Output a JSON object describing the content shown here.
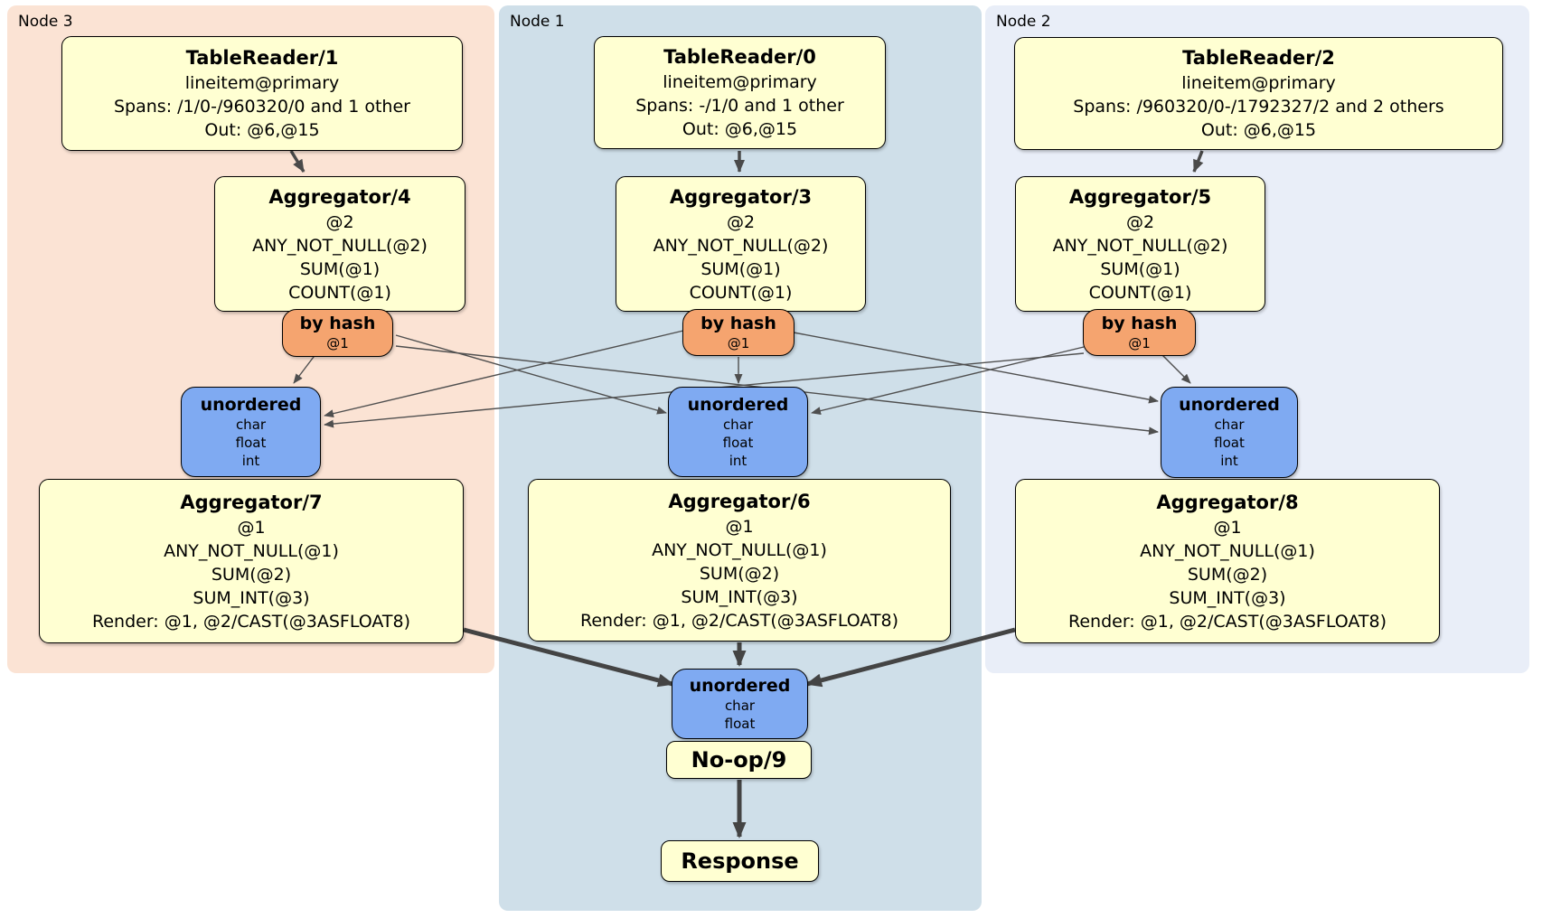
{
  "colors": {
    "node3_bg": "#fbe3d4",
    "node1_bg": "#cfdfe9",
    "node2_bg": "#e9eef8",
    "processor_fill": "#ffffd2",
    "router_fill": "#f5a46f",
    "sync_fill": "#7faaf2",
    "edge": "#4a4a4a"
  },
  "node3": {
    "label": "Node 3",
    "tr": {
      "title": "TableReader/1",
      "lines": [
        "lineitem@primary",
        "Spans: /1/0-/960320/0 and 1 other",
        "Out: @6,@15"
      ]
    },
    "agg_top": {
      "title": "Aggregator/4",
      "lines": [
        "@2",
        "ANY_NOT_NULL(@2)",
        "SUM(@1)",
        "COUNT(@1)"
      ]
    },
    "router": {
      "title": "by hash",
      "sub": "@1"
    },
    "sync": {
      "title": "unordered",
      "lines": [
        "char",
        "float",
        "int"
      ]
    },
    "agg_bottom": {
      "title": "Aggregator/7",
      "lines": [
        "@1",
        "ANY_NOT_NULL(@1)",
        "SUM(@2)",
        "SUM_INT(@3)",
        "Render: @1, @2/CAST(@3ASFLOAT8)"
      ]
    }
  },
  "node1": {
    "label": "Node 1",
    "tr": {
      "title": "TableReader/0",
      "lines": [
        "lineitem@primary",
        "Spans: -/1/0 and 1 other",
        "Out: @6,@15"
      ]
    },
    "agg_top": {
      "title": "Aggregator/3",
      "lines": [
        "@2",
        "ANY_NOT_NULL(@2)",
        "SUM(@1)",
        "COUNT(@1)"
      ]
    },
    "router": {
      "title": "by hash",
      "sub": "@1"
    },
    "sync": {
      "title": "unordered",
      "lines": [
        "char",
        "float",
        "int"
      ]
    },
    "agg_bottom": {
      "title": "Aggregator/6",
      "lines": [
        "@1",
        "ANY_NOT_NULL(@1)",
        "SUM(@2)",
        "SUM_INT(@3)",
        "Render: @1, @2/CAST(@3ASFLOAT8)"
      ]
    },
    "final_sync": {
      "title": "unordered",
      "lines": [
        "char",
        "float"
      ]
    },
    "noop": {
      "title": "No-op/9"
    },
    "response": {
      "title": "Response"
    }
  },
  "node2": {
    "label": "Node 2",
    "tr": {
      "title": "TableReader/2",
      "lines": [
        "lineitem@primary",
        "Spans: /960320/0-/1792327/2 and 2 others",
        "Out: @6,@15"
      ]
    },
    "agg_top": {
      "title": "Aggregator/5",
      "lines": [
        "@2",
        "ANY_NOT_NULL(@2)",
        "SUM(@1)",
        "COUNT(@1)"
      ]
    },
    "router": {
      "title": "by hash",
      "sub": "@1"
    },
    "sync": {
      "title": "unordered",
      "lines": [
        "char",
        "float",
        "int"
      ]
    },
    "agg_bottom": {
      "title": "Aggregator/8",
      "lines": [
        "@1",
        "ANY_NOT_NULL(@1)",
        "SUM(@2)",
        "SUM_INT(@3)",
        "Render: @1, @2/CAST(@3ASFLOAT8)"
      ]
    }
  }
}
